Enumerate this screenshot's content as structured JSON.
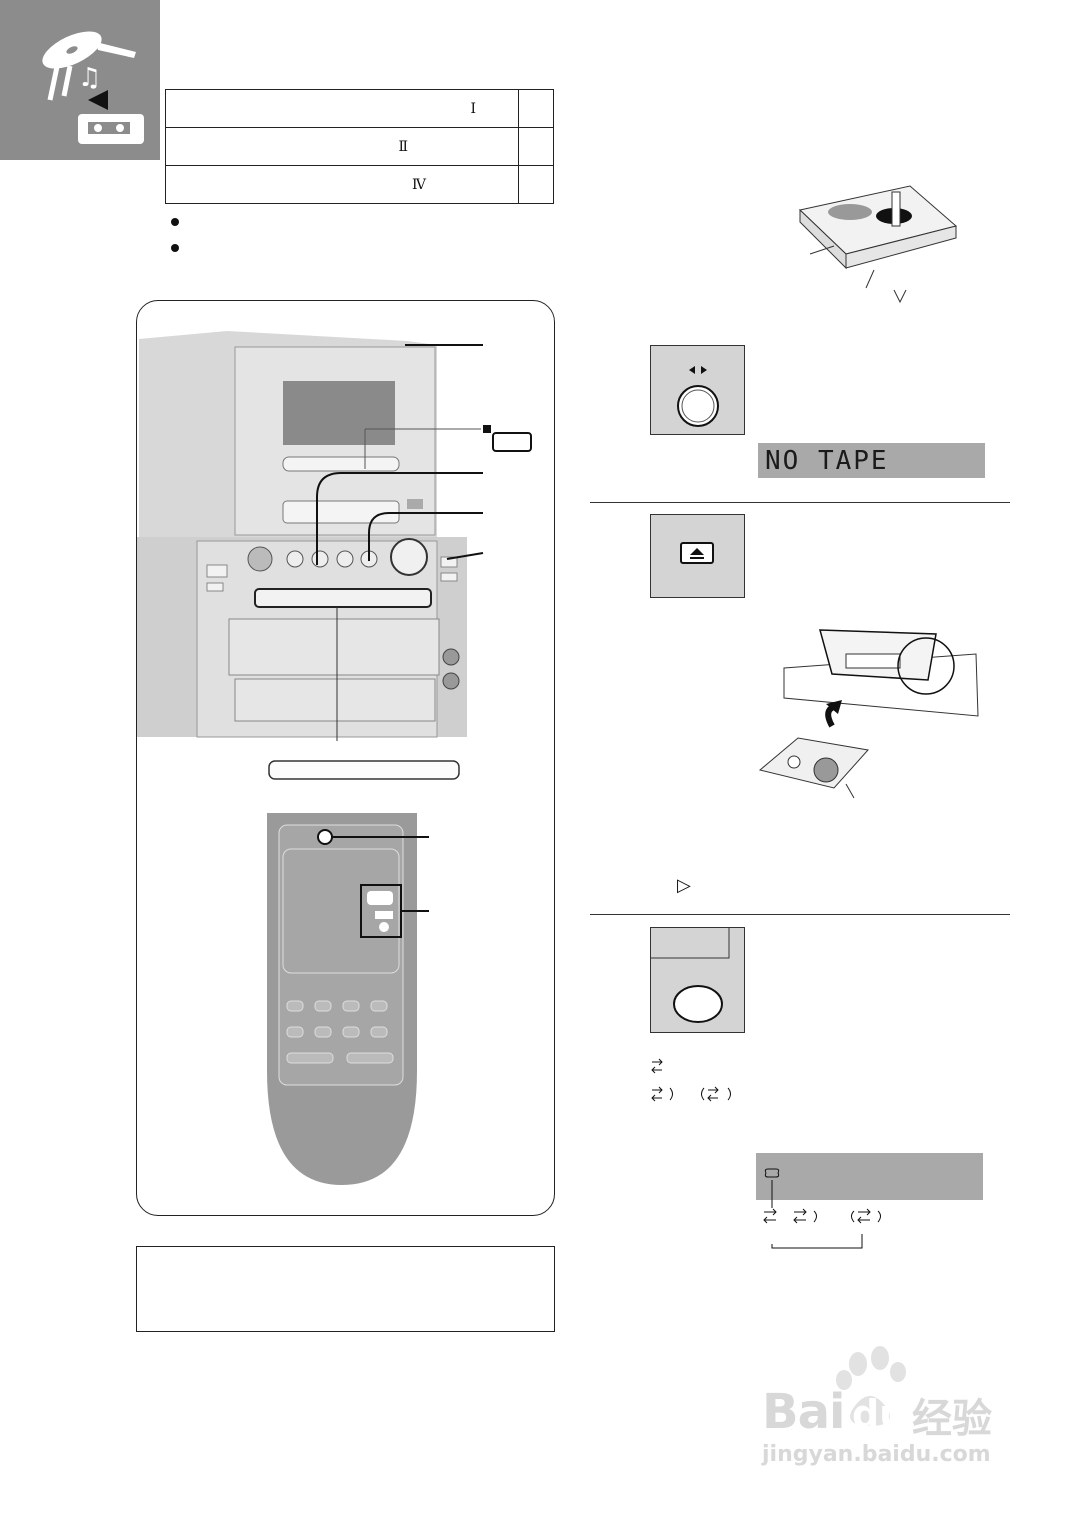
{
  "header": {
    "mode_icon": "tape-deck-icon",
    "table_rows": [
      {
        "roman": "Ⅰ"
      },
      {
        "roman": "Ⅱ"
      },
      {
        "roman": "Ⅳ"
      }
    ]
  },
  "display": {
    "no_tape": "NO TAPE"
  },
  "remote": {
    "play_symbol": "▷"
  },
  "colors": {
    "corner": "#8c8c8c",
    "button_box": "#d4d4d4",
    "lcd": "#a9a9a9"
  },
  "watermark": {
    "brand": "Bai",
    "brand2": "du",
    "cn": "经验",
    "url": "jingyan.baidu.com"
  }
}
